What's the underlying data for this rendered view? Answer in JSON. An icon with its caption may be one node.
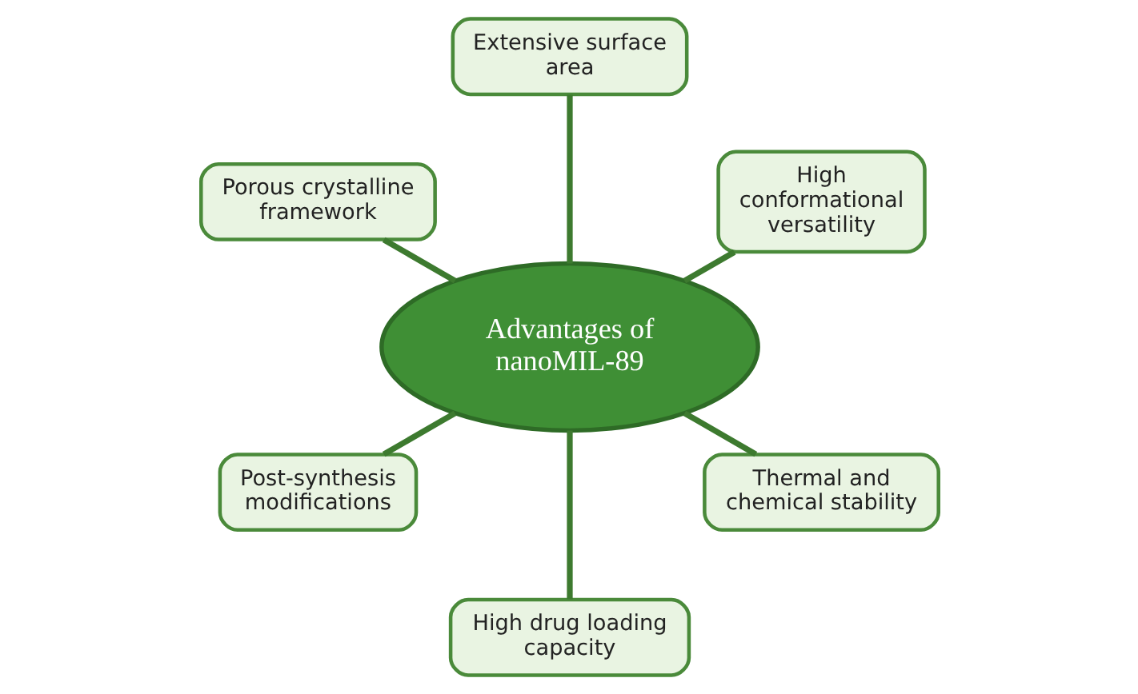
{
  "diagram": {
    "nodes": [
      {
        "text": [
          "High conformational versatility"
        ]
      },
      {
        "text": [
          "Extensive surface area"
        ]
      },
      {
        "text": [
          "Porous crystalline framework"
        ]
      },
      {
        "text": [
          "Advantages of nanoMIL-89"
        ]
      },
      {
        "text": [
          "Post-synthesis modifications"
        ]
      },
      {
        "text": [
          "High drug loading capacity"
        ]
      },
      {
        "text": [
          "Thermal and chemical stability"
        ]
      }
    ],
    "edges": [
      {
        "from": 3,
        "to": 0,
        "arrow": "none"
      },
      {
        "from": 3,
        "to": 2,
        "arrow": "none"
      },
      {
        "from": 3,
        "to": 5,
        "arrow": "none"
      },
      {
        "from": 3,
        "to": 6,
        "arrow": "none"
      },
      {
        "from": 3,
        "to": 4,
        "arrow": "none"
      },
      {
        "from": 3,
        "to": 1,
        "arrow": "none"
      }
    ]
  }
}
